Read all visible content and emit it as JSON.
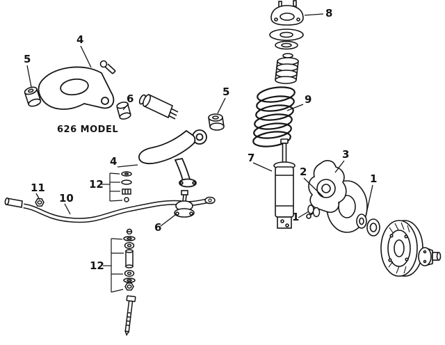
{
  "page": {
    "background": "#ffffff",
    "ink": "#141414"
  },
  "diagram": {
    "model_label": "626 MODEL",
    "callouts": [
      {
        "label": "8",
        "part": "strut-mount"
      },
      {
        "label": "4",
        "part": "upper-control-arm"
      },
      {
        "label": "5",
        "part": "upper-arm-bushing"
      },
      {
        "label": "6",
        "part": "arm-shaft-bushing"
      },
      {
        "label": "5",
        "part": "lower-arm-bushing"
      },
      {
        "label": "9",
        "part": "coil-spring"
      },
      {
        "label": "4",
        "part": "lower-control-arm"
      },
      {
        "label": "7",
        "part": "strut"
      },
      {
        "label": "2",
        "part": "splash-shield"
      },
      {
        "label": "3",
        "part": "steering-knuckle"
      },
      {
        "label": "1",
        "part": "wheel-bearing"
      },
      {
        "label": "12",
        "part": "hardware-stack"
      },
      {
        "label": "11",
        "part": "stabilizer-nut"
      },
      {
        "label": "10",
        "part": "stabilizer-bar"
      },
      {
        "label": "6",
        "part": "ball-joint"
      },
      {
        "label": "1",
        "part": "hub-hardware"
      },
      {
        "label": "12",
        "part": "stabilizer-link-hardware"
      }
    ]
  }
}
